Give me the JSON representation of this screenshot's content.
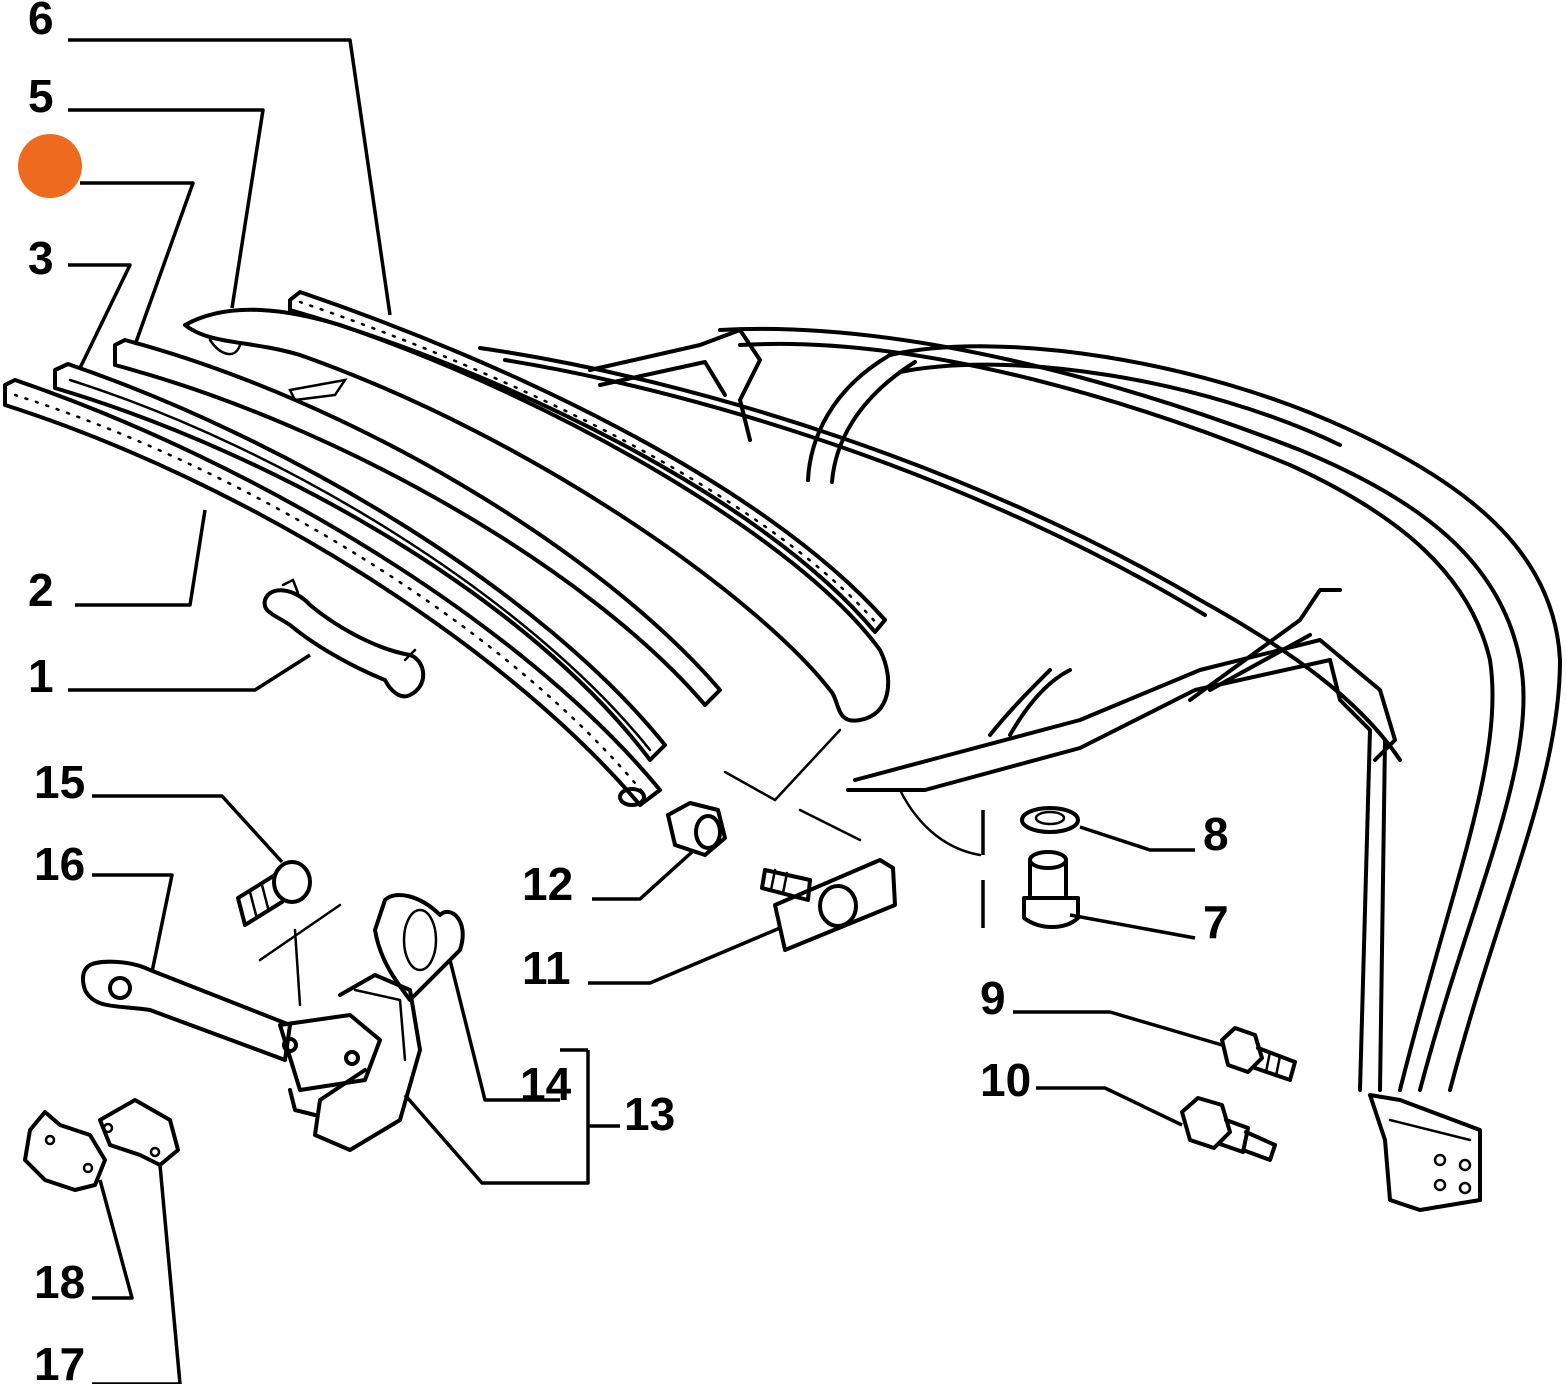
{
  "diagram": {
    "callouts": [
      {
        "id": "1",
        "label": "1"
      },
      {
        "id": "2",
        "label": "2"
      },
      {
        "id": "3",
        "label": "3"
      },
      {
        "id": "4",
        "label": ""
      },
      {
        "id": "5",
        "label": "5"
      },
      {
        "id": "6",
        "label": "6"
      },
      {
        "id": "7",
        "label": "7"
      },
      {
        "id": "8",
        "label": "8"
      },
      {
        "id": "9",
        "label": "9"
      },
      {
        "id": "10",
        "label": "10"
      },
      {
        "id": "11",
        "label": "11"
      },
      {
        "id": "12",
        "label": "12"
      },
      {
        "id": "13",
        "label": "13"
      },
      {
        "id": "14",
        "label": "14"
      },
      {
        "id": "15",
        "label": "15"
      },
      {
        "id": "16",
        "label": "16"
      },
      {
        "id": "17",
        "label": "17"
      },
      {
        "id": "18",
        "label": "18"
      }
    ],
    "highlight": {
      "callout": "4",
      "color": "#ee6a1e"
    }
  }
}
